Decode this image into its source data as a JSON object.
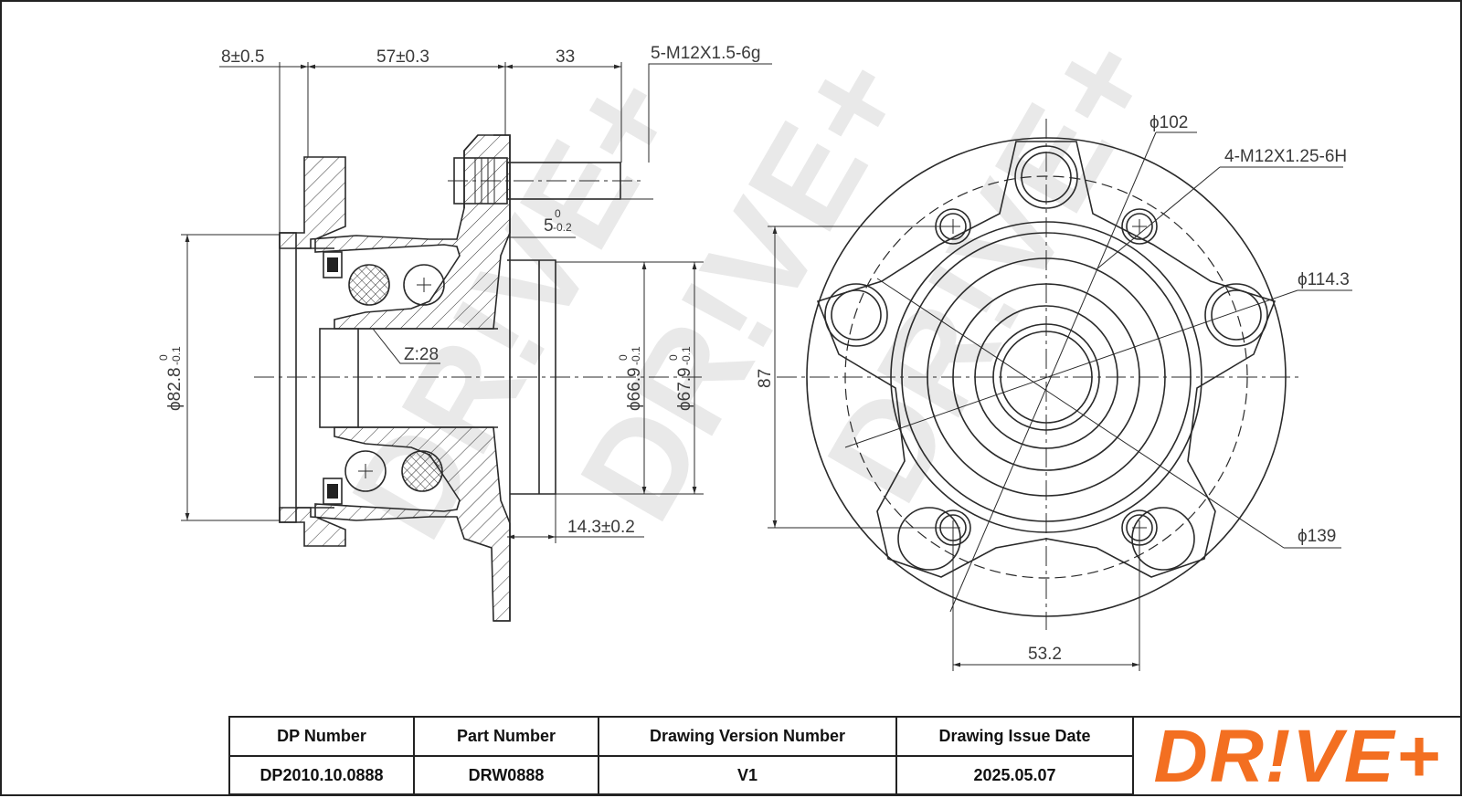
{
  "drawing": {
    "watermark": "DR!VE+",
    "side_view": {
      "dim_flange_offset": "8±0.5",
      "dim_hub_length": "57±0.3",
      "dim_stud_length": "33",
      "dim_stud_thread": "5-M12X1.5-6g",
      "dim_pilot_depth": "5",
      "dim_pilot_depth_tol_upper": "0",
      "dim_pilot_depth_tol_lower": "-0.2",
      "dim_spline_teeth": "Z:28",
      "dim_outer_diameter": "ϕ82.8",
      "dim_outer_diameter_tol_upper": "0",
      "dim_outer_diameter_tol_lower": "-0.1",
      "dim_pilot_diameter_a": "ϕ66.9",
      "dim_pilot_diameter_a_tol_upper": "0",
      "dim_pilot_diameter_a_tol_lower": "-0.1",
      "dim_pilot_diameter_b": "ϕ67.9",
      "dim_pilot_diameter_b_tol_upper": "0",
      "dim_pilot_diameter_b_tol_lower": "-0.1",
      "dim_flange_thickness": "14.3±0.2"
    },
    "front_view": {
      "dim_bolt_circle_inner": "ϕ102",
      "dim_mount_thread": "4-M12X1.25-6H",
      "dim_stud_circle": "ϕ114.3",
      "dim_height": "87",
      "dim_flange_diameter": "ϕ139",
      "dim_hole_spacing": "53.2"
    }
  },
  "title_block": {
    "headers": [
      "DP Number",
      "Part Number",
      "Drawing Version Number",
      "Drawing Issue Date"
    ],
    "values": [
      "DP2010.10.0888",
      "DRW0888",
      "V1",
      "2025.05.07"
    ],
    "logo_text": "DR!VE+",
    "brand_color": "#f36f21"
  }
}
